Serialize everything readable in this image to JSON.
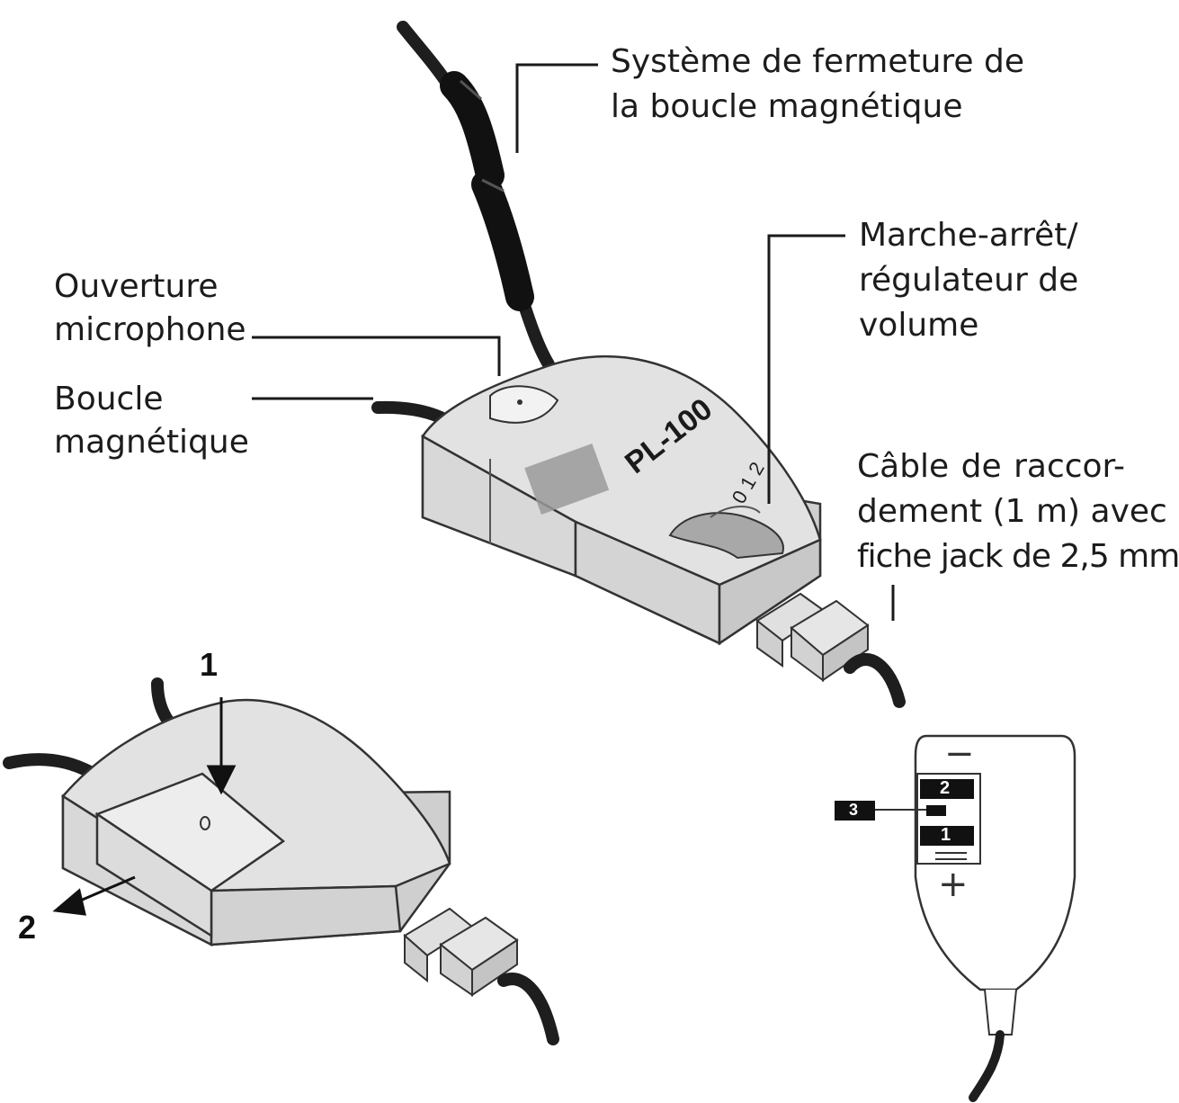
{
  "labels": {
    "closure": [
      "Système de fermeture de",
      "la boucle magnétique"
    ],
    "mic_opening": [
      "Ouverture",
      "microphone"
    ],
    "loop": [
      "Boucle",
      "magnétique"
    ],
    "power_volume": [
      "Marche-arrêt/",
      "régulateur de",
      "volume"
    ],
    "cable": [
      "Câble  de  raccor-",
      "dement  (1  m)  avec",
      "fiche jack de 2,5 mm"
    ]
  },
  "device": {
    "model": "PL-100",
    "dial_marks": "0 1 2"
  },
  "steps": {
    "step1": "1",
    "step2": "2"
  },
  "battery_panel": {
    "minus": "−",
    "plus": "+",
    "cell_top": "2",
    "cell_bottom": "1",
    "callout": "3"
  },
  "colors": {
    "body_fill": "#dcdcdc",
    "top_fill": "#e4e4e4",
    "cable": "#1e1e1e",
    "dial": "#a8a8a8"
  }
}
